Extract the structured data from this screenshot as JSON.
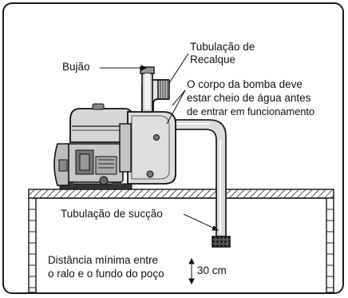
{
  "labels": {
    "plug": "Bujão",
    "discharge_line": [
      "Tubulação de",
      "Recalque"
    ],
    "priming_note": [
      "O corpo da bomba deve",
      "estar cheio de água antes",
      "de entrar em funcionamento"
    ],
    "suction_line": "Tubulação de sucção",
    "min_distance": [
      "Distância mínima entre",
      "o ralo e o fundo do poço"
    ],
    "distance_value": "30 cm"
  }
}
